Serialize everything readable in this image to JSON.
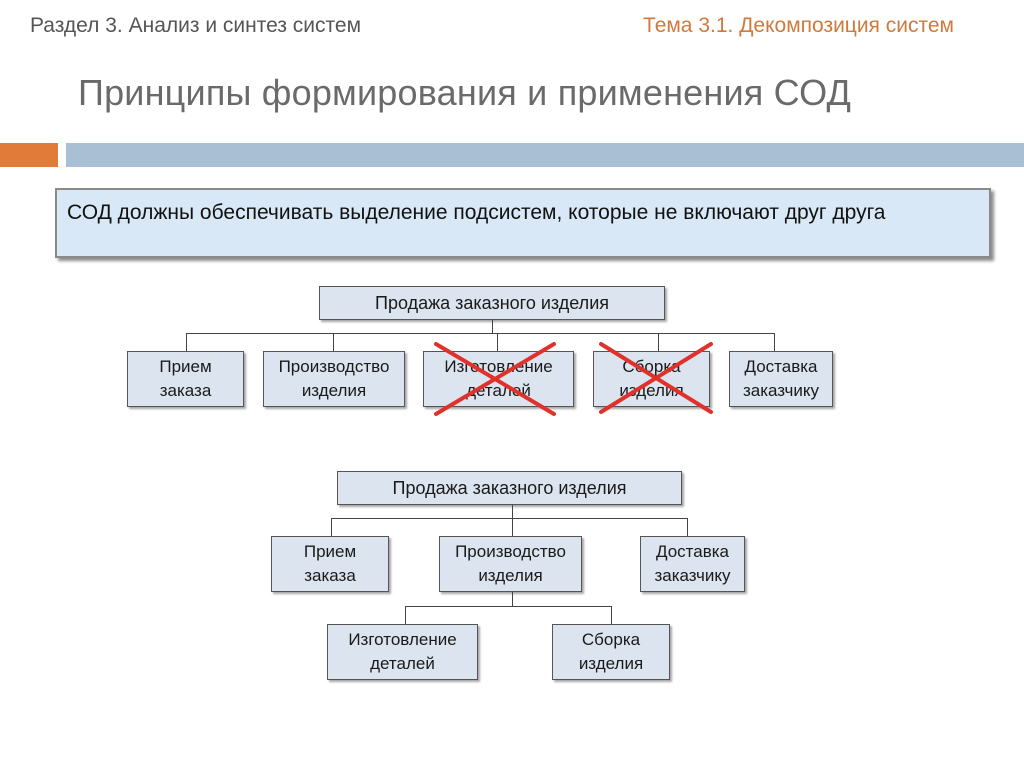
{
  "header": {
    "section": "Раздел 3. Анализ и синтез систем",
    "topic": "Тема 3.1. Декомпозиция систем"
  },
  "title": "Принципы формирования и применения СОД",
  "note": "СОД должны обеспечивать выделение подсистем, которые не включают друг друга",
  "diagram1": {
    "root": "Продажа заказного изделия",
    "children": [
      {
        "line1": "Прием",
        "line2": "заказа"
      },
      {
        "line1": "Производство",
        "line2": "изделия"
      },
      {
        "line1": "Изготовление",
        "line2": "деталей"
      },
      {
        "line1": "Сборка",
        "line2": "изделия"
      },
      {
        "line1": "Доставка",
        "line2": "заказчику"
      }
    ],
    "crossed_color": "#e0312b"
  },
  "diagram2": {
    "root": "Продажа заказного изделия",
    "children": [
      {
        "line1": "Прием",
        "line2": "заказа"
      },
      {
        "line1": "Производство",
        "line2": "изделия"
      },
      {
        "line1": "Доставка",
        "line2": "заказчику"
      }
    ],
    "grandchildren": [
      {
        "line1": "Изготовление",
        "line2": "деталей"
      },
      {
        "line1": "Сборка",
        "line2": "изделия"
      }
    ]
  },
  "colors": {
    "accent_orange": "#e07b39",
    "accent_blue": "#a8bfd4",
    "note_bg": "#d9e8f6",
    "box_bg": "#dbe4ef"
  }
}
